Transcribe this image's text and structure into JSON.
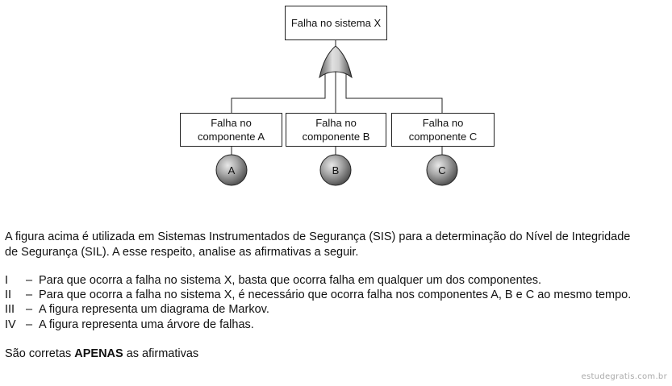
{
  "diagram": {
    "top_event": "Falha no sistema X",
    "components": [
      {
        "label": "Falha no\ncomponente A",
        "event": "A"
      },
      {
        "label": "Falha no\ncomponente B",
        "event": "B"
      },
      {
        "label": "Falha no\ncomponente C",
        "event": "C"
      }
    ]
  },
  "question": {
    "intro_line1": "A figura acima é utilizada em Sistemas Instrumentados de Segurança (SIS) para a determinação do Nível de Integridade",
    "intro_line2": "de Segurança (SIL). A esse respeito, analise as afirmativas a seguir.",
    "statements": [
      {
        "numeral": "I",
        "text": "Para que ocorra a falha no sistema X, basta que ocorra falha em qualquer um dos componentes."
      },
      {
        "numeral": "II",
        "text": "Para que ocorra a falha no sistema X, é necessário que ocorra falha nos componentes A, B e C ao mesmo tempo."
      },
      {
        "numeral": "III",
        "text": "A figura representa um diagrama de Markov."
      },
      {
        "numeral": "IV",
        "text": "A figura representa uma árvore de falhas."
      }
    ],
    "dash": "–",
    "closing_prefix": "São corretas ",
    "closing_bold": "APENAS",
    "closing_suffix": " as afirmativas"
  },
  "footer": "estudegratis.com.br"
}
